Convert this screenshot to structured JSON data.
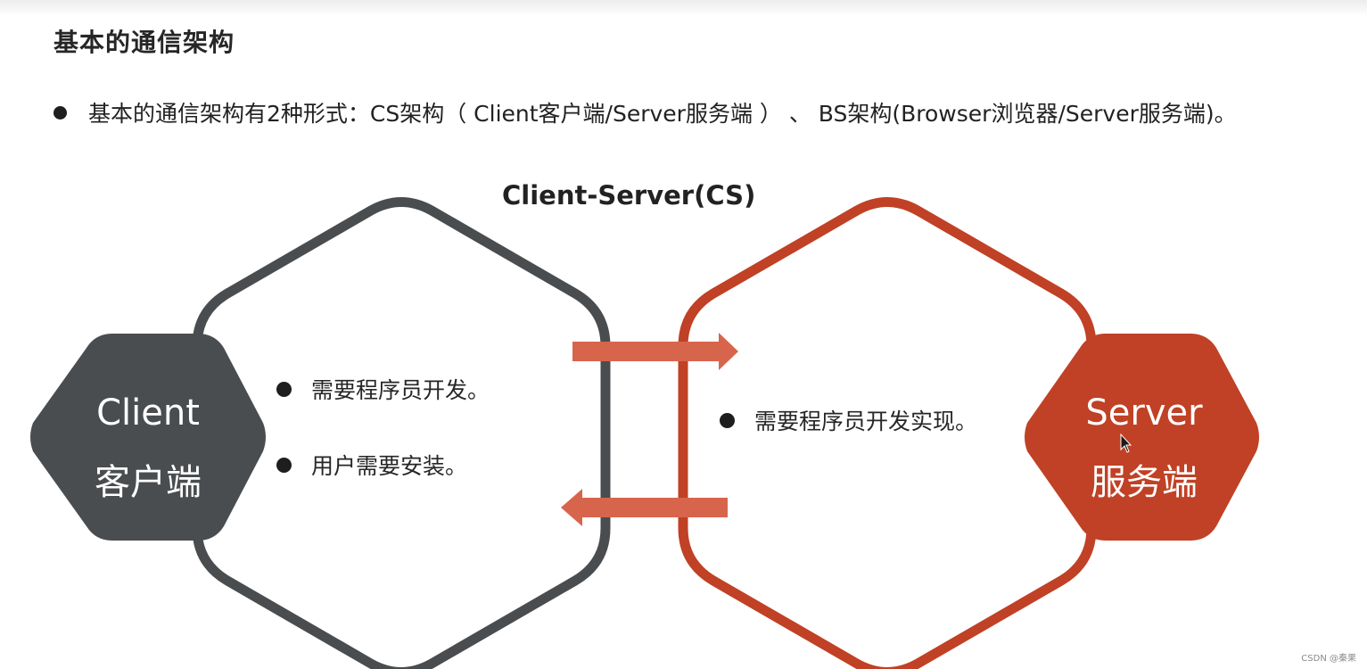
{
  "slide": {
    "title": "基本的通信架构",
    "bullet": "基本的通信架构有2种形式：CS架构（ Client客户端/Server服务端 ） 、 BS架构(Browser浏览器/Server服务端)。"
  },
  "diagram": {
    "title": "Client-Server(CS)",
    "client": {
      "name": "Client",
      "name_cn": "客户端",
      "features": [
        "需要程序员开发。",
        "用户需要安装。"
      ]
    },
    "server": {
      "name": "Server",
      "name_cn": "服务端",
      "features": [
        "需要程序员开发实现。"
      ]
    }
  },
  "colors": {
    "client": "#4a4d4f",
    "server": "#c04125",
    "arrow": "#d7654c"
  },
  "watermark": "CSDN @秦果"
}
